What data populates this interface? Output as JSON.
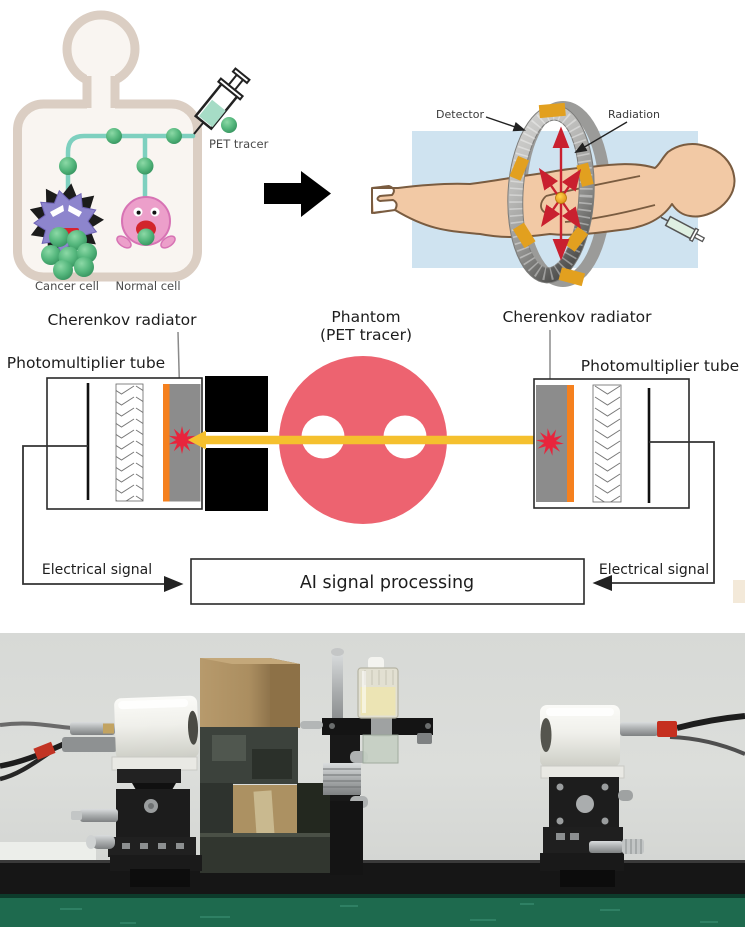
{
  "panels": {
    "injection": {
      "pet_tracer_label": "PET tracer",
      "cancer_cell_label": "Cancer cell",
      "normal_cell_label": "Normal cell"
    },
    "scanner": {
      "detector_label": "Detector",
      "radiation_label": "Radiation"
    },
    "schematic": {
      "cherenkov_left": "Cherenkov radiator",
      "cherenkov_right": "Cherenkov radiator",
      "pmt_left": "Photomultiplier tube",
      "pmt_right": "Photomultiplier tube",
      "phantom_line1": "Phantom",
      "phantom_line2": "(PET tracer)",
      "electrical_left": "Electrical signal",
      "electrical_right": "Electrical signal",
      "ai_processing": "AI signal processing"
    },
    "photo": {}
  },
  "colors": {
    "phantom_red": "#ed6370",
    "arrow_yellow": "#f5c02e",
    "radiator_orange": "#f5801e",
    "radiator_gray": "#8c8c8c",
    "starburst_red": "#e8243c",
    "vessel_teal": "#7ed0bf",
    "tracer_green": "#4fae77",
    "cancer_purple": "#8d85cd",
    "normal_pink": "#ec9fca",
    "body_outline": "#dbcec3",
    "scanner_blue": "#cfe3f0",
    "ring_orange": "#e2a01f",
    "skin": "#f2c9a5",
    "table_green": "#1e6a4e",
    "collimator_black": "#000000"
  }
}
